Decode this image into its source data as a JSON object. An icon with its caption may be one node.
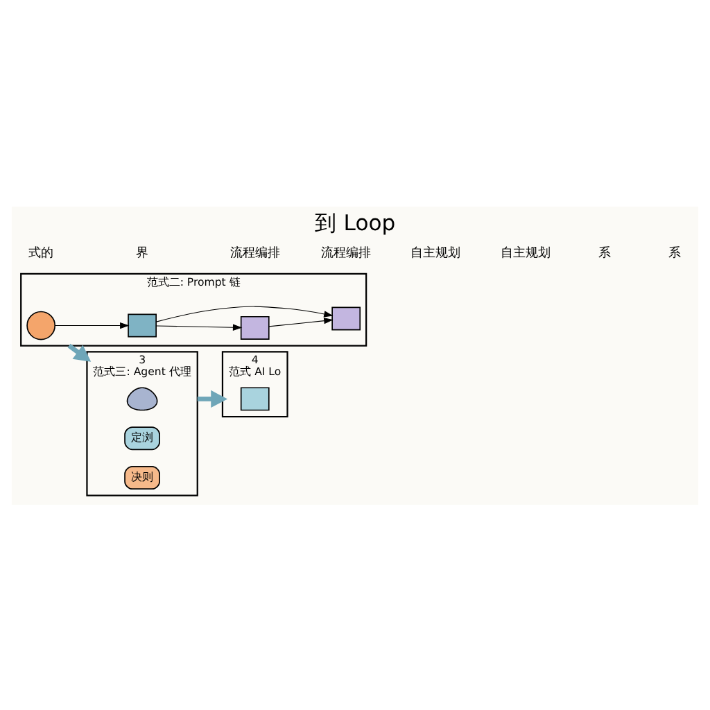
{
  "diagram": {
    "title": "到 Loop",
    "nodes": [
      {
        "text": [
          "范式二: Prompt 链"
        ]
      },
      {
        "text": [],
        "shape": "circle",
        "in": 0
      },
      {
        "text": [],
        "shape": "box",
        "in": 0
      },
      {
        "text": [],
        "shape": "box",
        "in": 0
      },
      {
        "text": [],
        "shape": "box",
        "in": 0
      },
      {
        "text": [
          "3",
          "范式三: Agent 代理"
        ]
      },
      {
        "text": [],
        "shape": "person",
        "in": 5
      },
      {
        "text": [
          "定浏"
        ],
        "in": 5
      },
      {
        "text": [
          "决则"
        ],
        "in": 5
      },
      {
        "text": [
          "4",
          "范式 AI Lo"
        ]
      },
      {
        "text": [],
        "shape": "box",
        "in": 9
      }
    ],
    "edges": [
      {
        "from": 1,
        "to": 2,
        "arrow": "to"
      },
      {
        "from": 2,
        "to": 3,
        "arrow": "to"
      },
      {
        "from": 2,
        "to": 4,
        "arrow": "to"
      },
      {
        "from": 3,
        "to": 4,
        "arrow": "to"
      },
      {
        "from": 0,
        "to": 5,
        "arrow": "to",
        "style": "thick",
        "color": "#6fa6b8"
      },
      {
        "from": 5,
        "to": 9,
        "arrow": "to",
        "style": "thick",
        "color": "#6fa6b8"
      }
    ],
    "labels": [
      "式的",
      "界",
      "流程编排",
      "流程编排",
      "自主规划",
      "自主规划",
      "系",
      "系"
    ]
  }
}
